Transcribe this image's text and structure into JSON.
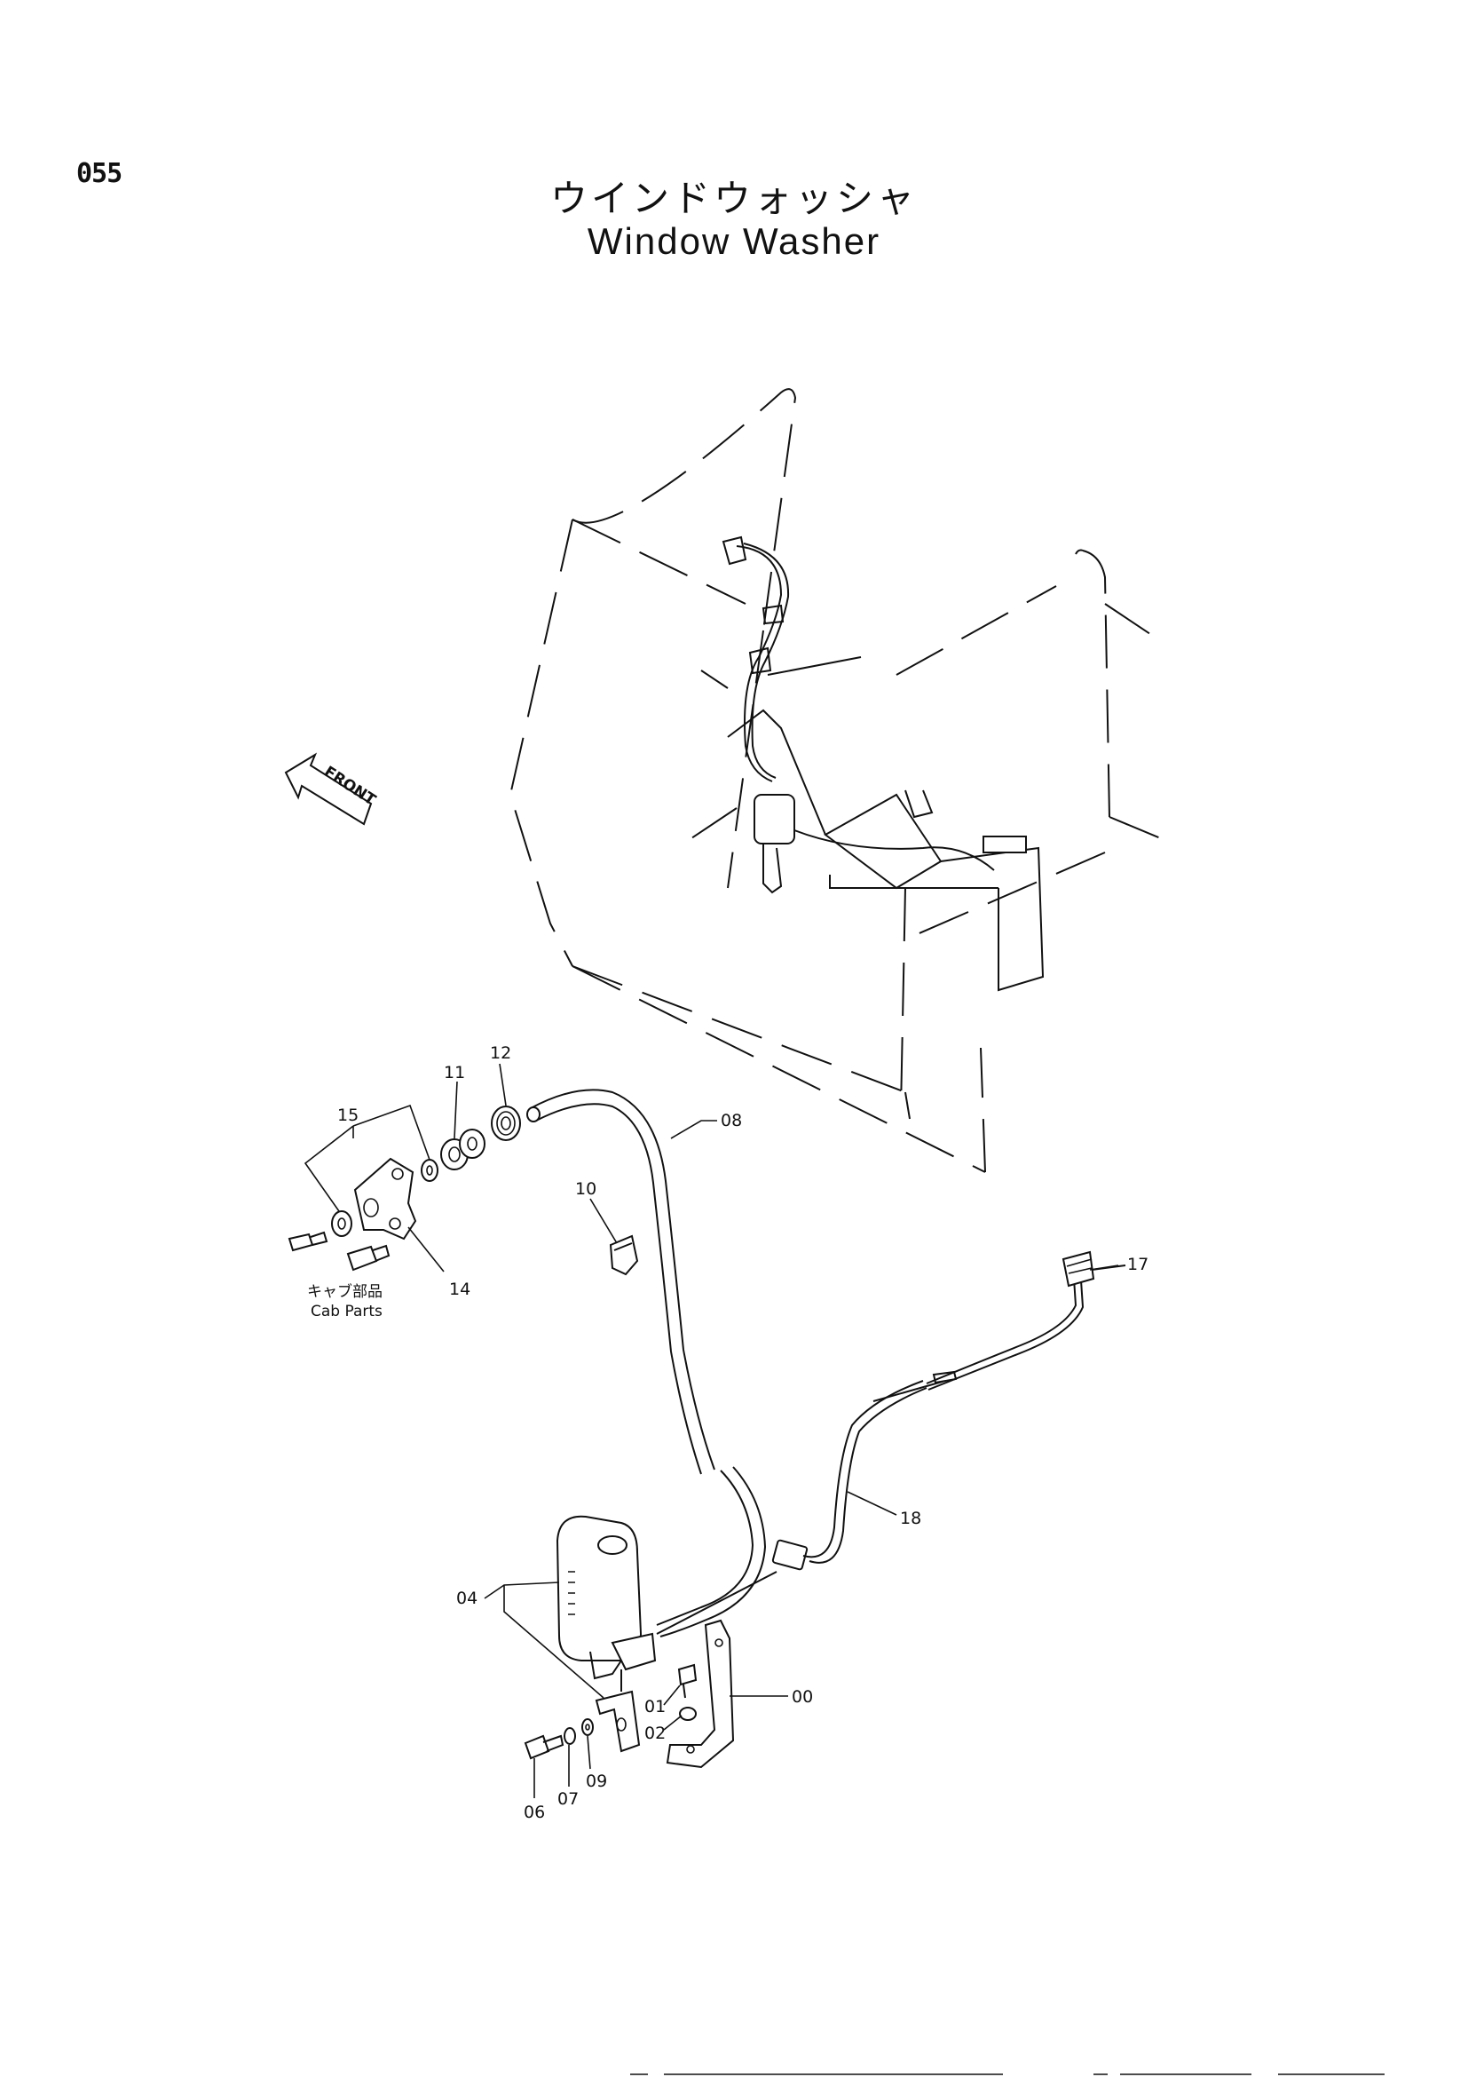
{
  "header": {
    "page_number": "055",
    "title_ja": "ウインドウォッシャ",
    "title_en": "Window Washer"
  },
  "diagram": {
    "front_label": "FRONT",
    "note_ja": "キャブ部品",
    "note_en": "Cab Parts",
    "callouts": [
      "00",
      "01",
      "02",
      "04",
      "06",
      "07",
      "08",
      "09",
      "10",
      "11",
      "12",
      "14",
      "15",
      "17",
      "18"
    ]
  }
}
